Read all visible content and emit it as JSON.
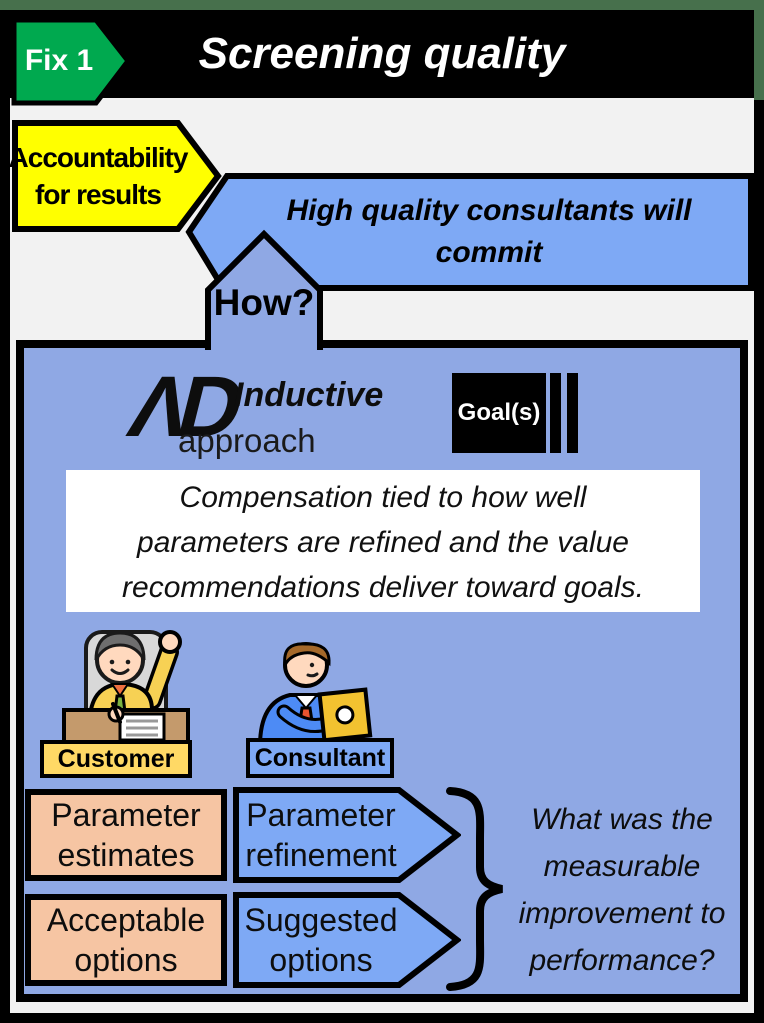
{
  "header": {
    "badge_label": "Fix 1",
    "title": "Screening quality"
  },
  "flow": {
    "cause_label": "Accountability for results",
    "effect_label": "High quality consultants will commit",
    "how_label": "How?"
  },
  "panel": {
    "logo": {
      "mark": "ΛD",
      "line1": "Inductive",
      "line2": "approach"
    },
    "goal_badge": "Goal(s)",
    "compensation_note": "Compensation tied to how well parameters are refined and the value recommendations deliver toward goals.",
    "actors": [
      {
        "label": "Customer"
      },
      {
        "label": "Consultant"
      }
    ],
    "customer_items": [
      "Parameter estimates",
      "Acceptable options"
    ],
    "consultant_items": [
      "Parameter refinement",
      "Suggested options"
    ],
    "question": "What was the measurable improvement to performance?"
  },
  "colors": {
    "frame_green": "#47704C",
    "badge_green": "#00A94F",
    "banner_black": "#000000",
    "page_gray": "#F2F2F2",
    "cause_yellow": "#FFFF00",
    "flow_blue": "#7EA9F5",
    "panel_blue": "#8FA8E4",
    "item_peach": "#F6C5A3",
    "customer_yellow": "#FFD965"
  }
}
